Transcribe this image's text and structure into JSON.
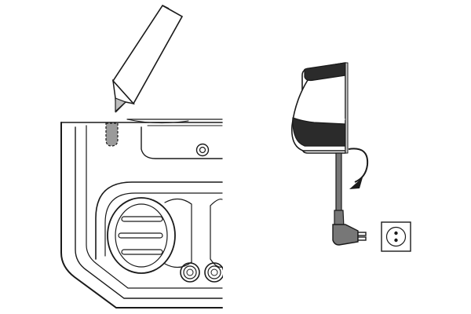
{
  "figure": {
    "panels": [
      {
        "id": "appliance-panel",
        "icon": "pen-marking-appliance-illustration"
      },
      {
        "id": "plug-panel",
        "icon": "unplug-power-adapter-illustration"
      }
    ],
    "colors": {
      "line": "#1a1a1a",
      "cable": "#777777",
      "shade": "#9a9a9a",
      "dark": "#2b2b2b",
      "light": "#cfcfcf",
      "paper": "#ffffff"
    }
  }
}
